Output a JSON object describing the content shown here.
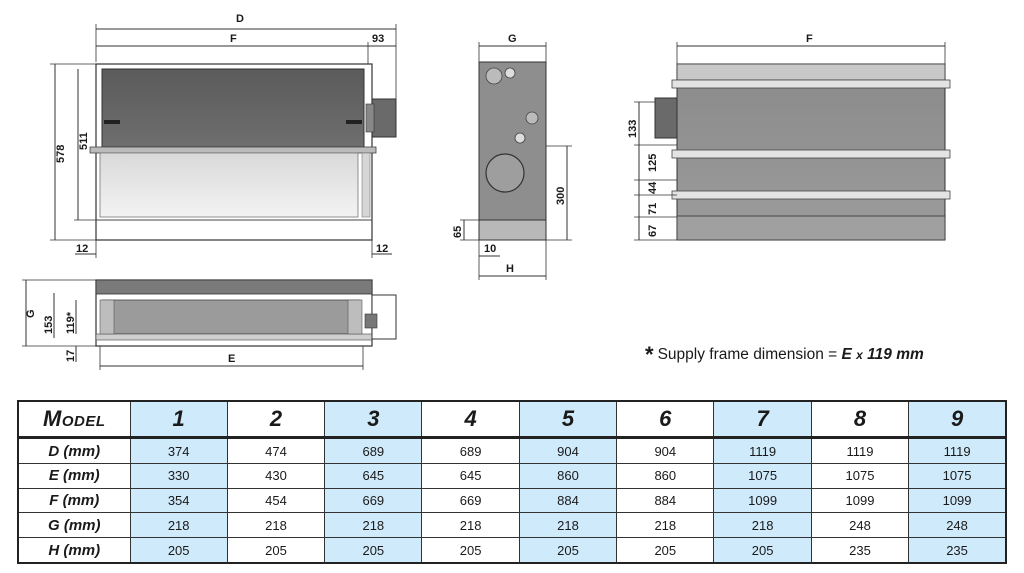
{
  "drawing": {
    "front": {
      "d": "D",
      "f": "F",
      "d93": "93",
      "h578": "578",
      "h511": "511",
      "w12l": "12",
      "w12r": "12"
    },
    "bottom": {
      "g": "G",
      "d153": "153",
      "d119": "119*",
      "d17": "17",
      "e": "E"
    },
    "side": {
      "g": "G",
      "d300": "300",
      "d65": "65",
      "d10": "10",
      "h": "H"
    },
    "rear": {
      "f": "F",
      "d133": "133",
      "d125": "125",
      "d44": "44",
      "d71": "71",
      "d67": "67"
    }
  },
  "note": {
    "star": "*",
    "text": "Supply frame dimension = ",
    "e": "E",
    "x": "x",
    "value": "119 mm"
  },
  "table": {
    "header_label": "Model",
    "models": [
      "1",
      "2",
      "3",
      "4",
      "5",
      "6",
      "7",
      "8",
      "9"
    ],
    "rows": [
      {
        "label": "D (mm)",
        "values": [
          "374",
          "474",
          "689",
          "689",
          "904",
          "904",
          "1119",
          "1119",
          "1119"
        ]
      },
      {
        "label": "E (mm)",
        "values": [
          "330",
          "430",
          "645",
          "645",
          "860",
          "860",
          "1075",
          "1075",
          "1075"
        ]
      },
      {
        "label": "F (mm)",
        "values": [
          "354",
          "454",
          "669",
          "669",
          "884",
          "884",
          "1099",
          "1099",
          "1099"
        ]
      },
      {
        "label": "G (mm)",
        "values": [
          "218",
          "218",
          "218",
          "218",
          "218",
          "218",
          "218",
          "248",
          "248"
        ]
      },
      {
        "label": "H (mm)",
        "values": [
          "205",
          "205",
          "205",
          "205",
          "205",
          "205",
          "205",
          "235",
          "235"
        ]
      }
    ],
    "highlight_color": "#cfeafb"
  }
}
